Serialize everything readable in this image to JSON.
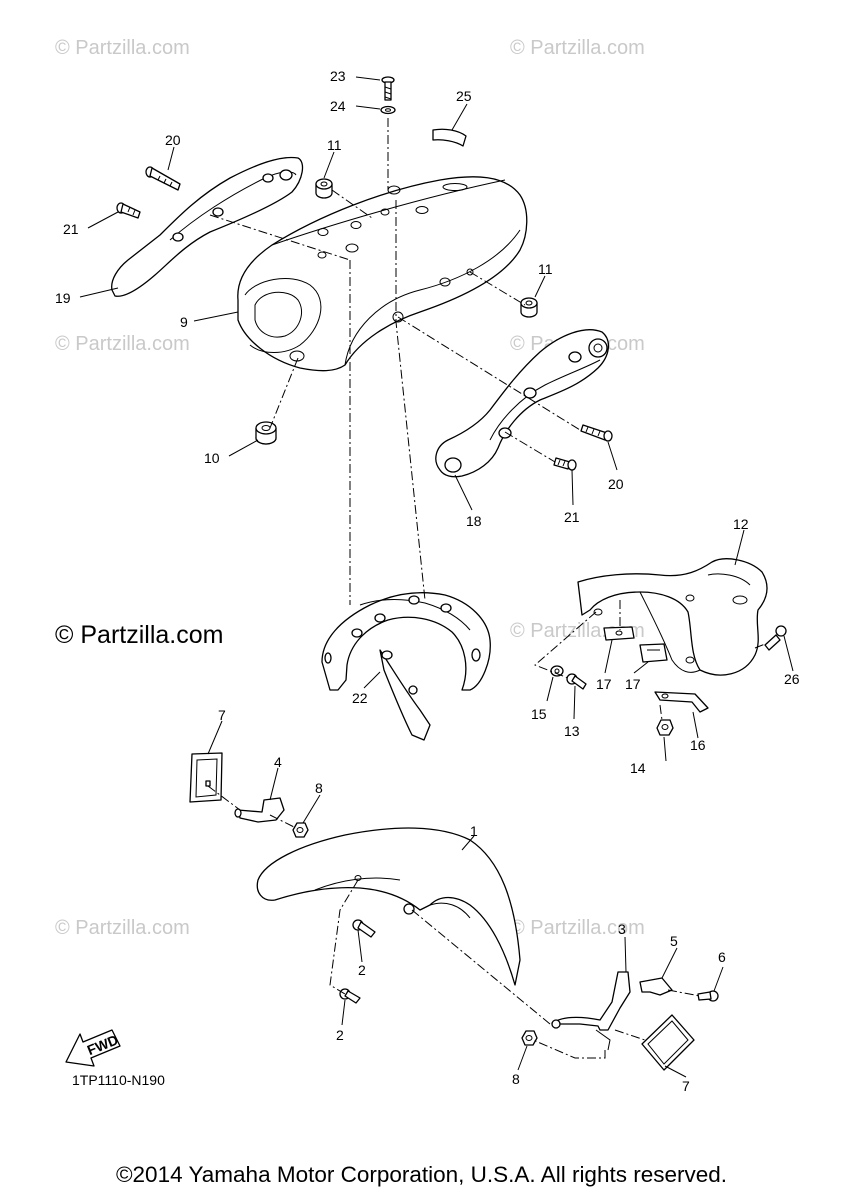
{
  "watermark": {
    "text": "© Partzilla.com",
    "bold_text": "© Partzilla.com"
  },
  "callouts": [
    "23",
    "24",
    "25",
    "20",
    "11",
    "21",
    "19",
    "9",
    "11",
    "10",
    "20",
    "18",
    "21",
    "12",
    "26",
    "22",
    "15",
    "13",
    "17",
    "17",
    "14",
    "16",
    "7",
    "4",
    "8",
    "1",
    "2",
    "2",
    "3",
    "5",
    "6",
    "7",
    "8"
  ],
  "fwd_label": "FWD",
  "diagram_code": "1TP1110-N190",
  "copyright": "©2014 Yamaha Motor Corporation, U.S.A. All rights reserved."
}
